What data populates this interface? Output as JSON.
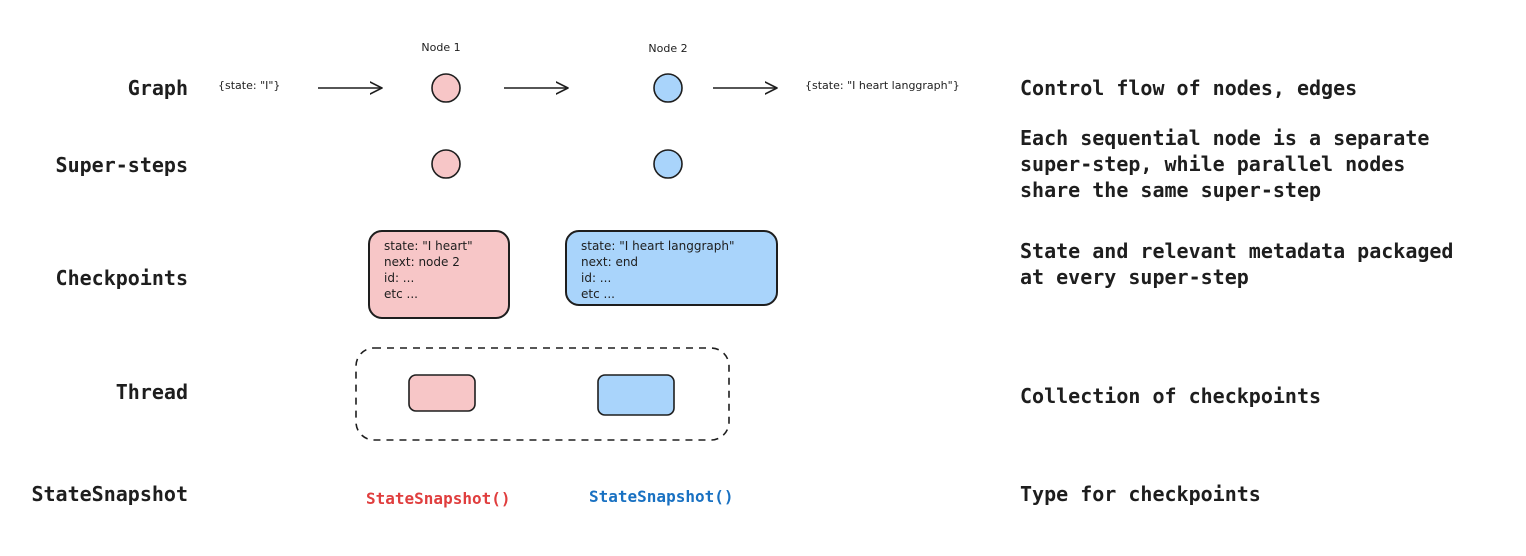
{
  "colors": {
    "pink_fill": "#f7c6c7",
    "blue_fill": "#a9d4fb",
    "stroke": "#1e1e1e",
    "pink_text": "#e03e3e",
    "blue_text": "#1971c2"
  },
  "rows": {
    "graph": "Graph",
    "supersteps": "Super-steps",
    "checkpoints": "Checkpoints",
    "thread": "Thread",
    "statesnapshot": "StateSnapshot"
  },
  "descriptions": {
    "graph": "Control flow of nodes, edges",
    "supersteps": "Each sequential node is a separate\nsuper-step, while parallel nodes\nshare the same super-step",
    "checkpoints": "State and relevant metadata packaged\nat every super-step",
    "thread": "Collection of checkpoints",
    "statesnapshot": "Type for checkpoints"
  },
  "graph": {
    "node1_label": "Node 1",
    "node2_label": "Node 2",
    "input_state": "{state: \"I\"}",
    "output_state": "{state: \"I heart langgraph\"}"
  },
  "checkpoint1": {
    "lines": [
      "state: \"I heart\"",
      "next: node 2",
      "id: ...",
      "etc ..."
    ]
  },
  "checkpoint2": {
    "lines": [
      "state: \"I heart langgraph\"",
      "next: end",
      "id: ...",
      "etc ..."
    ]
  },
  "snapshots": {
    "first": "StateSnapshot()",
    "second": "StateSnapshot()"
  }
}
